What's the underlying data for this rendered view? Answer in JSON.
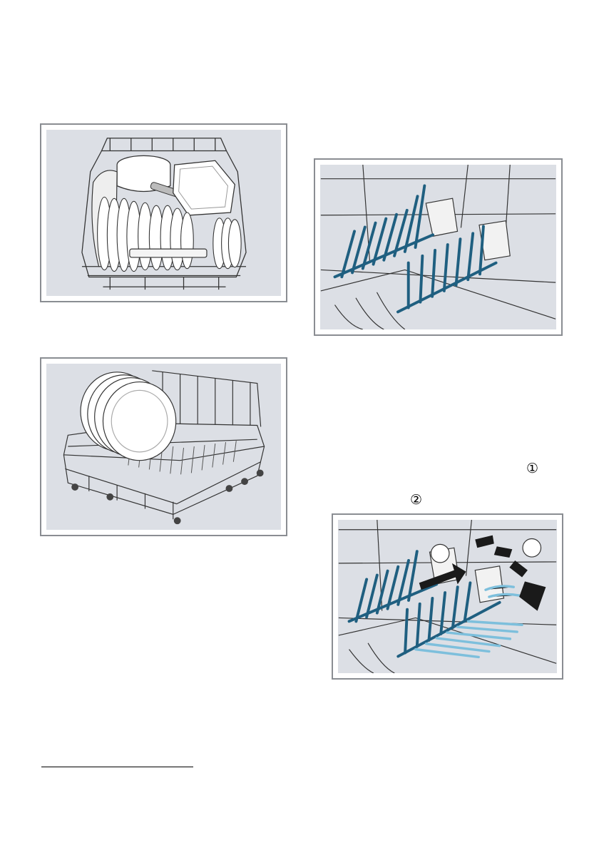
{
  "markers": {
    "step_1": "①",
    "step_2": "②"
  },
  "figures": {
    "rack_tines_callouts": [
      "1",
      "2"
    ]
  },
  "colors": {
    "tine_blue": "#1f5f80",
    "tine_light_blue": "#7dbfdc",
    "panel_gray": "#dcdfe5",
    "frame_gray": "#8a8d92"
  }
}
